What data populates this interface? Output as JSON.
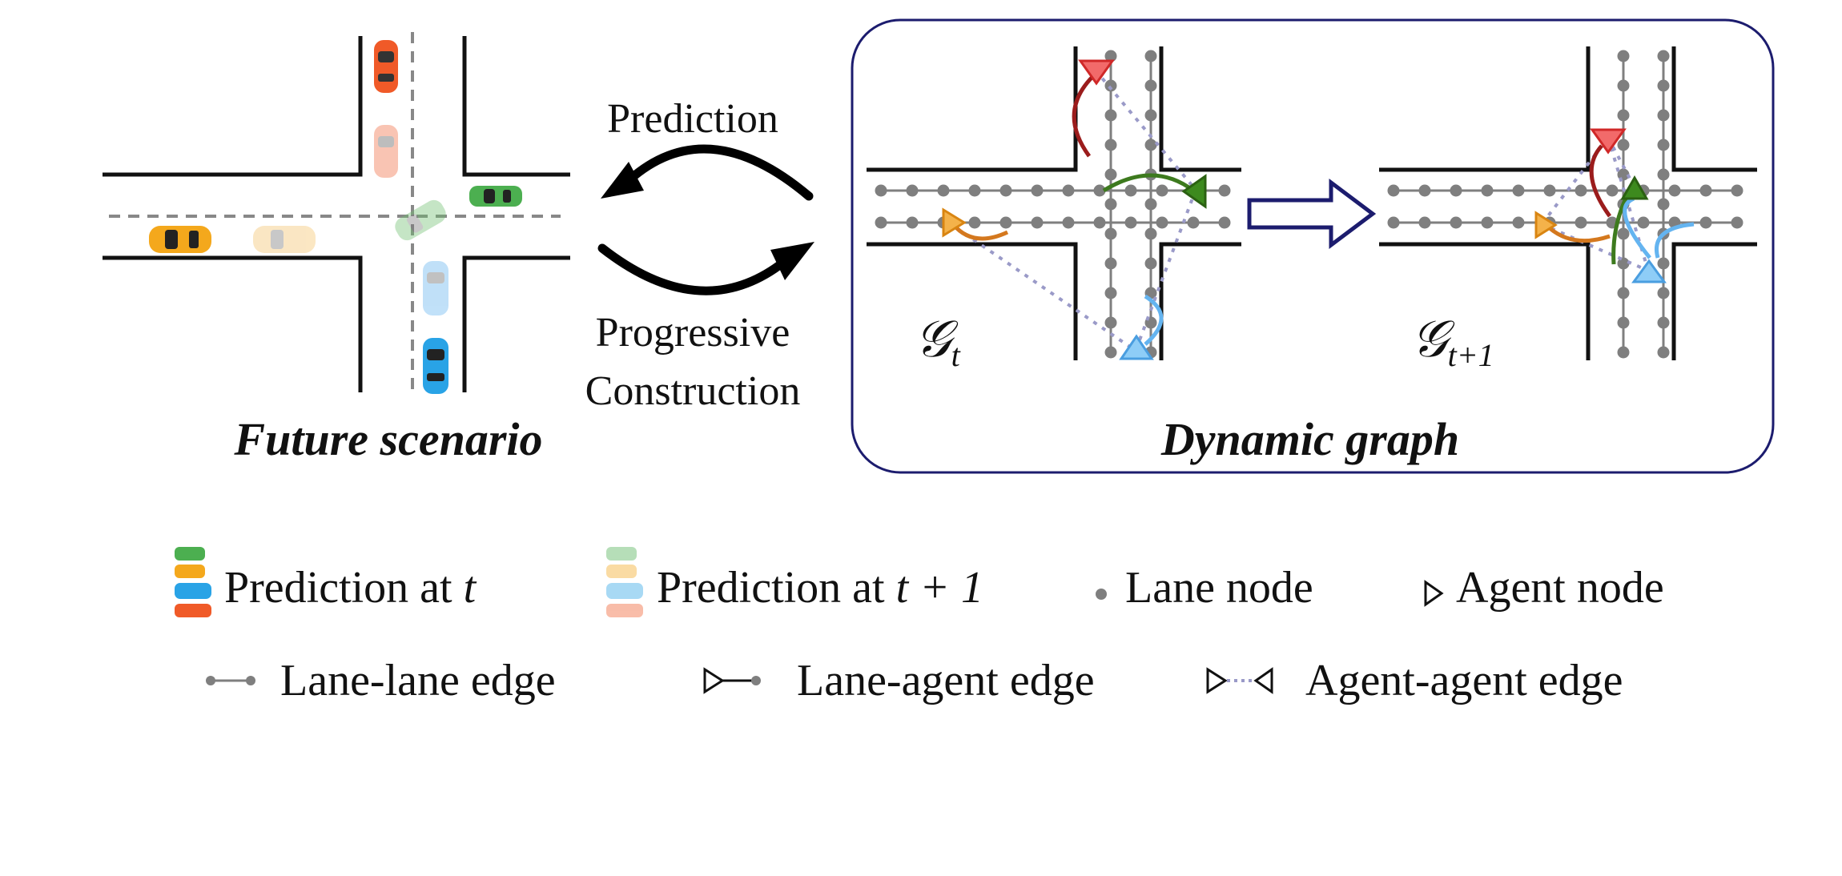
{
  "left_panel": {
    "caption": "Future scenario"
  },
  "arrows": {
    "top_label": "Prediction",
    "bottom_label_line1": "Progressive",
    "bottom_label_line2": "Construction"
  },
  "right_panel": {
    "caption": "Dynamic graph",
    "graph_t": {
      "symbol": "𝒢",
      "subscript": "t"
    },
    "graph_t1": {
      "symbol": "𝒢",
      "subscript": "t+1"
    }
  },
  "legend": {
    "row1": {
      "pred_t_prefix": "Prediction at ",
      "pred_t_var": "t",
      "pred_t1_prefix": "Prediction at ",
      "pred_t1_var": "t + 1",
      "lane_node": "Lane node",
      "agent_node": "Agent node"
    },
    "row2": {
      "lane_lane": "Lane-lane edge",
      "lane_agent": "Lane-agent edge",
      "agent_agent": "Agent-agent edge"
    }
  },
  "colors": {
    "road": "#111111",
    "lane_graph": "#7f7f7f",
    "dotted_edge": "#9a9ac8",
    "panel_border": "#1c1c6e",
    "agent_red": "#e23a3a",
    "agent_green": "#3d8a1e",
    "agent_orange": "#ef9a2f",
    "agent_blue": "#64b4f0",
    "car_orange_red": "#f05a28",
    "car_yellow": "#f4a81c",
    "car_green": "#4caf50",
    "car_blue": "#29a3e6"
  }
}
